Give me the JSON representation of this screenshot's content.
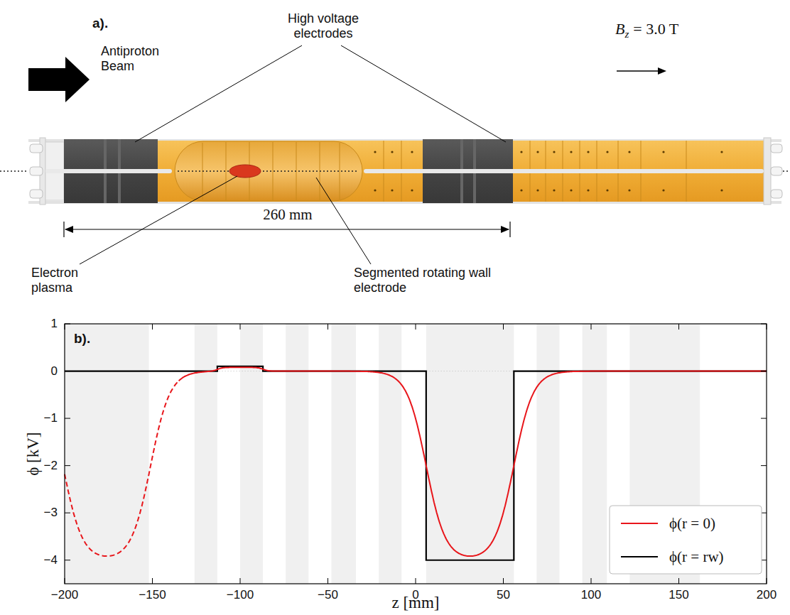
{
  "diagram": {
    "labels": [
      "a).",
      "High voltage electrodes",
      "Antiproton Beam",
      "B",
      "z",
      "= 3.0 T",
      "260 mm",
      "Electron plasma",
      "Segmented rotating wall electrode",
      "b).",
      "1",
      "0",
      "−1",
      "−2",
      "−3",
      "−4",
      "−200",
      "−150",
      "−100",
      "−50",
      "0",
      "50",
      "100",
      "150",
      "200",
      "ϕ [kV]",
      "z [mm]"
    ],
    "legend": [
      {
        "text": "ϕ(r = 0)"
      },
      {
        "text": "ϕ(r = rw)"
      }
    ]
  }
}
